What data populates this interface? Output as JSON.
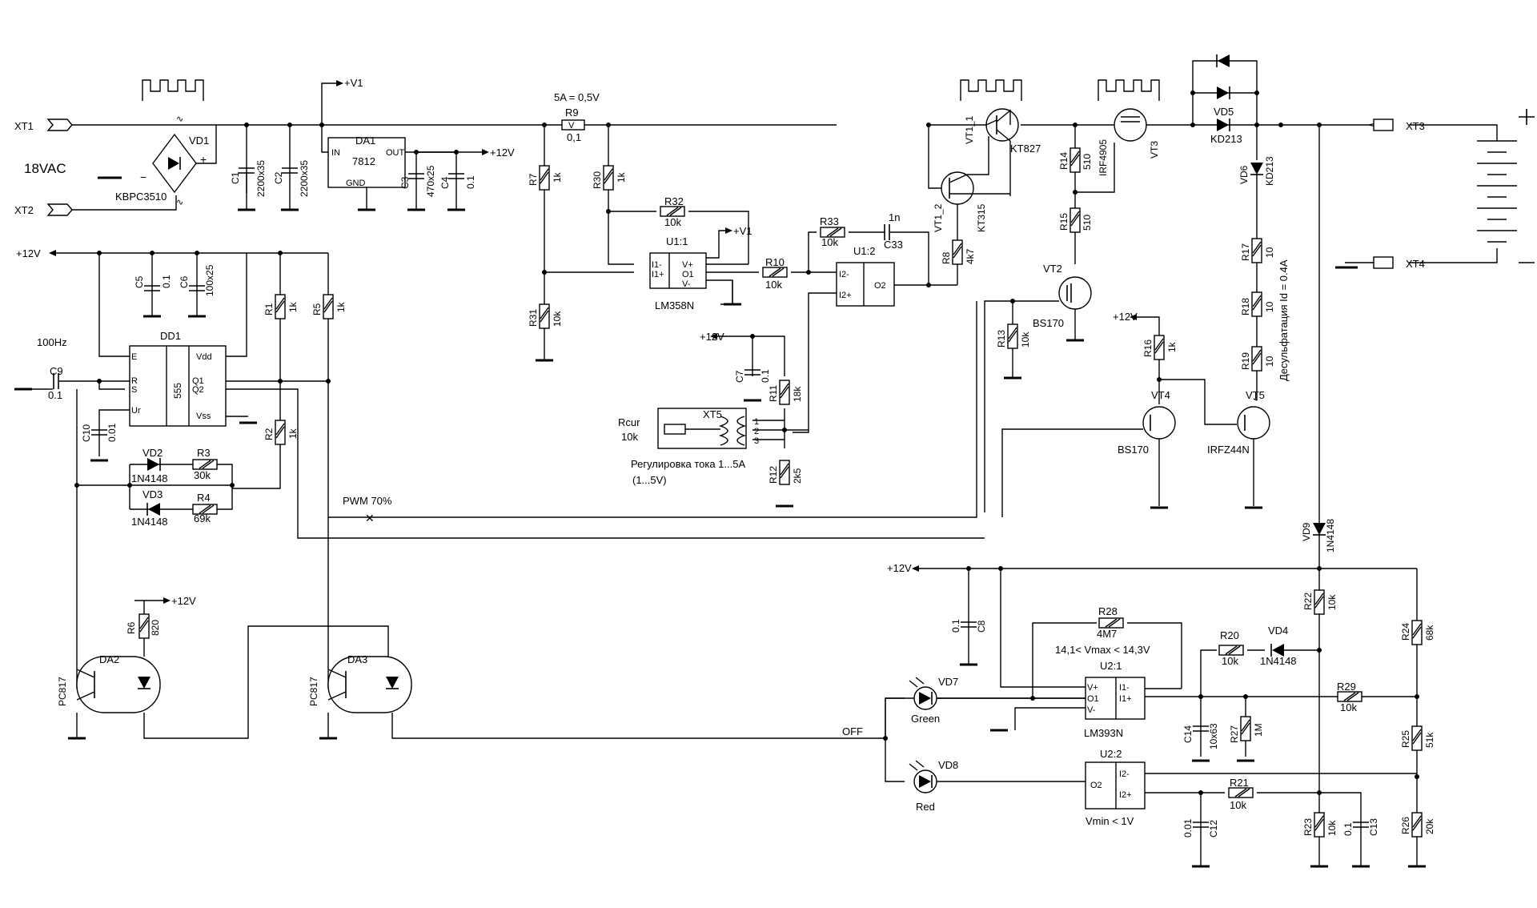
{
  "connectors": {
    "xt1": "XT1",
    "xt2": "XT2",
    "xt3": "XT3",
    "xt4": "XT4",
    "xt5": "XT5",
    "input_voltage": "18VAC"
  },
  "rails": {
    "v1": "+V1",
    "v12": "+12V"
  },
  "bridge": {
    "ref": "VD1",
    "part": "KBPC3510"
  },
  "regulator": {
    "ref": "DA1",
    "part": "7812",
    "in": "IN",
    "out": "OUT",
    "gnd": "GND"
  },
  "capacitors": {
    "c1": {
      "ref": "C1",
      "value": "2200x35"
    },
    "c2": {
      "ref": "C2",
      "value": "2200x35"
    },
    "c3": {
      "ref": "C3",
      "value": "470x25"
    },
    "c4": {
      "ref": "C4",
      "value": "0.1"
    },
    "c5": {
      "ref": "C5",
      "value": "0.1"
    },
    "c6": {
      "ref": "C6",
      "value": "100x25"
    },
    "c7": {
      "ref": "C7",
      "value": "0.1"
    },
    "c8": {
      "ref": "C8",
      "value": "0.1"
    },
    "c9": {
      "ref": "C9",
      "value": "0.1"
    },
    "c10": {
      "ref": "C10",
      "value": "0.01"
    },
    "c12": {
      "ref": "C12",
      "value": "0.01"
    },
    "c13": {
      "ref": "C13",
      "value": "0.1"
    },
    "c14": {
      "ref": "C14",
      "value": "10x63"
    },
    "c33": {
      "ref": "C33",
      "value": "1n"
    }
  },
  "resistors": {
    "r1": {
      "ref": "R1",
      "value": "1k"
    },
    "r2": {
      "ref": "R2",
      "value": "1k"
    },
    "r3": {
      "ref": "R3",
      "value": "30k"
    },
    "r4": {
      "ref": "R4",
      "value": "69k"
    },
    "r5": {
      "ref": "R5",
      "value": "1k"
    },
    "r6": {
      "ref": "R6",
      "value": "820"
    },
    "r7": {
      "ref": "R7",
      "value": "1k"
    },
    "r8": {
      "ref": "R8",
      "value": "4k7"
    },
    "r9": {
      "ref": "R9",
      "value": "0,1"
    },
    "r10": {
      "ref": "R10",
      "value": "10k"
    },
    "r11": {
      "ref": "R11",
      "value": "18k"
    },
    "r12": {
      "ref": "R12",
      "value": "2k5"
    },
    "r13": {
      "ref": "R13",
      "value": "10k"
    },
    "r14": {
      "ref": "R14",
      "value": "510"
    },
    "r15": {
      "ref": "R15",
      "value": "510"
    },
    "r16": {
      "ref": "R16",
      "value": "1k"
    },
    "r17": {
      "ref": "R17",
      "value": "10"
    },
    "r18": {
      "ref": "R18",
      "value": "10"
    },
    "r19": {
      "ref": "R19",
      "value": "10"
    },
    "r20": {
      "ref": "R20",
      "value": "10k"
    },
    "r21": {
      "ref": "R21",
      "value": "10k"
    },
    "r22": {
      "ref": "R22",
      "value": "10k"
    },
    "r23": {
      "ref": "R23",
      "value": "10k"
    },
    "r24": {
      "ref": "R24",
      "value": "68k"
    },
    "r25": {
      "ref": "R25",
      "value": "51k"
    },
    "r26": {
      "ref": "R26",
      "value": "20k"
    },
    "r27": {
      "ref": "R27",
      "value": "1M"
    },
    "r28": {
      "ref": "R28",
      "value": "4M7"
    },
    "r29": {
      "ref": "R29",
      "value": "10k"
    },
    "r30": {
      "ref": "R30",
      "value": "1k"
    },
    "r31": {
      "ref": "R31",
      "value": "10k"
    },
    "r32": {
      "ref": "R32",
      "value": "10k"
    },
    "r33": {
      "ref": "R33",
      "value": "10k"
    },
    "rcur": {
      "ref": "Rcur",
      "value": "10k"
    }
  },
  "diodes": {
    "vd2": {
      "ref": "VD2",
      "part": "1N4148"
    },
    "vd3": {
      "ref": "VD3",
      "part": "1N4148"
    },
    "vd4": {
      "ref": "VD4",
      "part": "1N4148"
    },
    "vd5": {
      "ref": "VD5",
      "part": "KD213"
    },
    "vd6": {
      "ref": "VD6",
      "part": "KD213"
    },
    "vd7": {
      "ref": "VD7",
      "part": "Green"
    },
    "vd8": {
      "ref": "VD8",
      "part": "Red"
    },
    "vd9": {
      "ref": "VD9",
      "part": "1N4148"
    }
  },
  "transistors": {
    "vt1_1": {
      "ref": "VT1_1",
      "part": "KT827"
    },
    "vt1_2": {
      "ref": "VT1_2",
      "part": "KT315"
    },
    "vt2": {
      "ref": "VT2",
      "part": "BS170"
    },
    "vt3": {
      "ref": "VT3",
      "part": "IRF4905"
    },
    "vt4": {
      "ref": "VT4",
      "part": "BS170"
    },
    "vt5": {
      "ref": "VT5",
      "part": "IRFZ44N"
    }
  },
  "timer": {
    "ref": "DD1",
    "part": "555",
    "pins": {
      "e": "E",
      "r": "R",
      "s": "S",
      "ur": "Ur",
      "vdd": "Vdd",
      "q1": "Q1",
      "q2": "Q2",
      "vss": "Vss"
    }
  },
  "opamp": {
    "u11": "U1:1",
    "u12": "U1:2",
    "part": "LM358N",
    "pins": {
      "i1m": "I1-",
      "i1p": "I1+",
      "vp": "V+",
      "o1": "O1",
      "vm": "V-",
      "i2m": "I2-",
      "i2p": "I2+",
      "o2": "O2"
    }
  },
  "comparator": {
    "u21": "U2:1",
    "u22": "U2:2",
    "part": "LM393N",
    "pins": {
      "vp": "V+",
      "o1": "O1",
      "vm": "V-",
      "i1m": "I1-",
      "i1p": "I1+",
      "o2": "O2",
      "i2m": "I2-",
      "i2p": "I2+"
    }
  },
  "optocouplers": {
    "da2": {
      "ref": "DA2",
      "part": "PC817"
    },
    "da3": {
      "ref": "DA3",
      "part": "PC817"
    }
  },
  "notes": {
    "shunt": "5A = 0,5V",
    "freq": "100Hz",
    "pwm": "PWM 70%",
    "adjust": "Регулировка тока 1...5А",
    "adjust_range": "(1...5V)",
    "vmax": "14,1< Vmax < 14,3V",
    "vmin": "Vmin < 1V",
    "desulf": "Десульфатация Id = 0.4A",
    "off": "OFF"
  }
}
